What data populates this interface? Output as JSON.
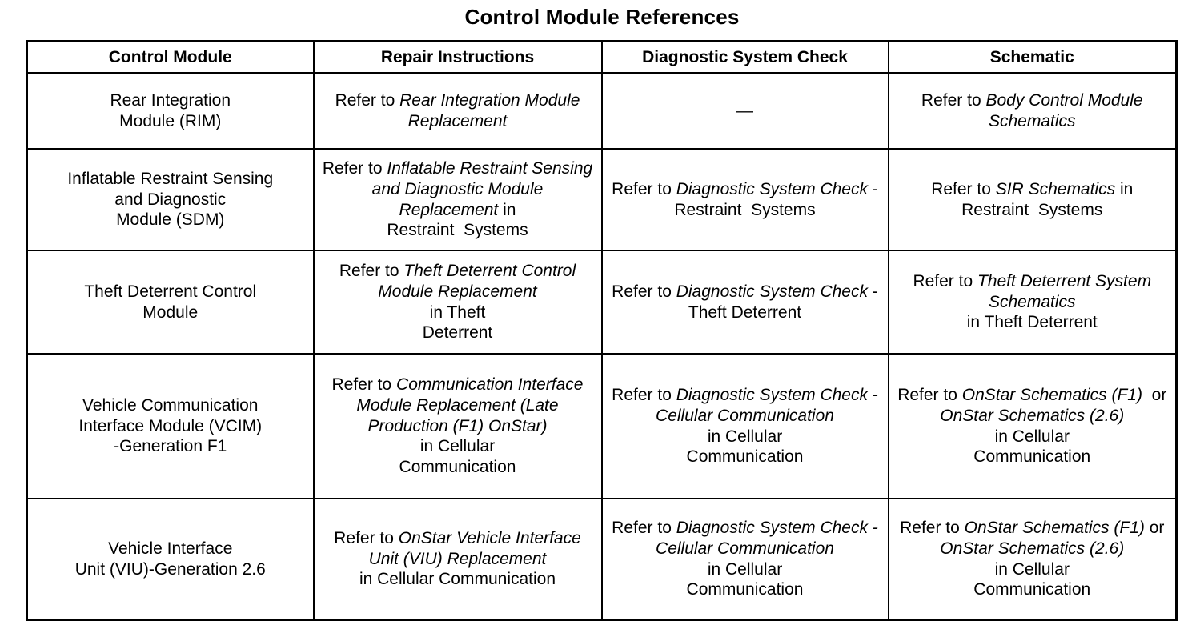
{
  "document": {
    "title": "Control Module References"
  },
  "table": {
    "columns": [
      "Control Module",
      "Repair Instructions",
      "Diagnostic System Check",
      "Schematic"
    ],
    "rows": [
      {
        "control_module": "Rear Integration\nModule (RIM)",
        "repair_instructions": "Refer to Rear Integration Module Replacement",
        "repair_instructions_plain_prefix": "Refer to ",
        "repair_instructions_italic": "Rear Integration Module Replacement",
        "repair_instructions_plain_suffix": "",
        "diagnostic_system_check": "—",
        "diagnostic_system_check_plain_prefix": "—",
        "diagnostic_system_check_italic": "",
        "diagnostic_system_check_plain_suffix": "",
        "schematic": "Refer to Body Control Module Schematics",
        "schematic_plain_prefix": "Refer to ",
        "schematic_italic": "Body Control Module Schematics",
        "schematic_plain_suffix": ""
      },
      {
        "control_module": "Inflatable Restraint Sensing\nand Diagnostic\nModule (SDM)",
        "repair_instructions": "Refer to Inflatable Restraint Sensing and Diagnostic Module Replacement in Restraint Systems",
        "repair_instructions_plain_prefix": "Refer to ",
        "repair_instructions_italic": "Inflatable Restraint Sensing and Diagnostic Module Replacement",
        "repair_instructions_plain_suffix": " in Restraint  Systems",
        "diagnostic_system_check": "Refer to Diagnostic System Check - Restraint Systems",
        "diagnostic_system_check_plain_prefix": "Refer to ",
        "diagnostic_system_check_italic": "Diagnostic System Check",
        "diagnostic_system_check_plain_suffix": " - Restraint  Systems",
        "schematic": "Refer to SIR Schematics in Restraint Systems",
        "schematic_plain_prefix": "Refer to ",
        "schematic_italic": "SIR Schematics",
        "schematic_plain_suffix": " in Restraint  Systems"
      },
      {
        "control_module": "Theft Deterrent Control\nModule",
        "repair_instructions": "Refer to Theft Deterrent Control Module Replacement in Theft Deterrent",
        "repair_instructions_plain_prefix": "Refer to ",
        "repair_instructions_italic": "Theft Deterrent Control Module Replacement",
        "repair_instructions_plain_suffix": " in Theft Deterrent",
        "diagnostic_system_check": "Refer to Diagnostic System Check - Theft Deterrent",
        "diagnostic_system_check_plain_prefix": "Refer to ",
        "diagnostic_system_check_italic": "Diagnostic System Check",
        "diagnostic_system_check_plain_suffix": " - Theft Deterrent",
        "schematic": "Refer to Theft Deterrent System Schematics in Theft Deterrent",
        "schematic_plain_prefix": "Refer to ",
        "schematic_italic": "Theft Deterrent System Schematics",
        "schematic_plain_suffix": " in Theft Deterrent"
      },
      {
        "control_module": "Vehicle Communication\nInterface Module (VCIM)\n-Generation F1",
        "repair_instructions": "Refer to Communication Interface Module Replacement (Late Production (F1) OnStar) in Cellular Communication",
        "repair_instructions_plain_prefix": "Refer to ",
        "repair_instructions_italic": "Communication Interface Module Replacement (Late Production (F1) OnStar)",
        "repair_instructions_plain_suffix": " in Cellular Communication",
        "diagnostic_system_check": "Refer to Diagnostic System Check - Cellular Communication in Cellular Communication",
        "diagnostic_system_check_plain_prefix": "Refer to ",
        "diagnostic_system_check_italic": "Diagnostic System Check - Cellular Communication",
        "diagnostic_system_check_plain_suffix": " in Cellular Communication",
        "schematic": "Refer to OnStar Schematics (F1) or OnStar Schematics (2.6) in Cellular Communication",
        "schematic_plain_prefix": "Refer to ",
        "schematic_italic": "OnStar Schematics (F1)",
        "schematic_mid_plain": " or ",
        "schematic_italic2": "OnStar Schematics (2.6)",
        "schematic_plain_suffix": " in Cellular Communication"
      },
      {
        "control_module": "Vehicle Interface\nUnit (VIU)-Generation 2.6",
        "repair_instructions": "Refer to OnStar Vehicle Interface Unit (VIU) Replacement in Cellular Communication",
        "repair_instructions_plain_prefix": "Refer to ",
        "repair_instructions_italic": "OnStar Vehicle Interface Unit (VIU) Replacement",
        "repair_instructions_plain_suffix": " in Cellular Communication",
        "diagnostic_system_check": "Refer to Diagnostic System Check - Cellular Communication in Cellular Communication",
        "diagnostic_system_check_plain_prefix": "Refer to ",
        "diagnostic_system_check_italic": "Diagnostic System Check - Cellular Communication",
        "diagnostic_system_check_plain_suffix": " in Cellular Communication",
        "schematic": "Refer to OnStar Schematics (F1) or OnStar Schematics (2.6) in Cellular Communication",
        "schematic_plain_prefix": "Refer to ",
        "schematic_italic": "OnStar Schematics (F1)",
        "schematic_mid_plain": " or ",
        "schematic_italic2": "OnStar Schematics (2.6)",
        "schematic_plain_suffix": " in Cellular Communication"
      }
    ]
  }
}
